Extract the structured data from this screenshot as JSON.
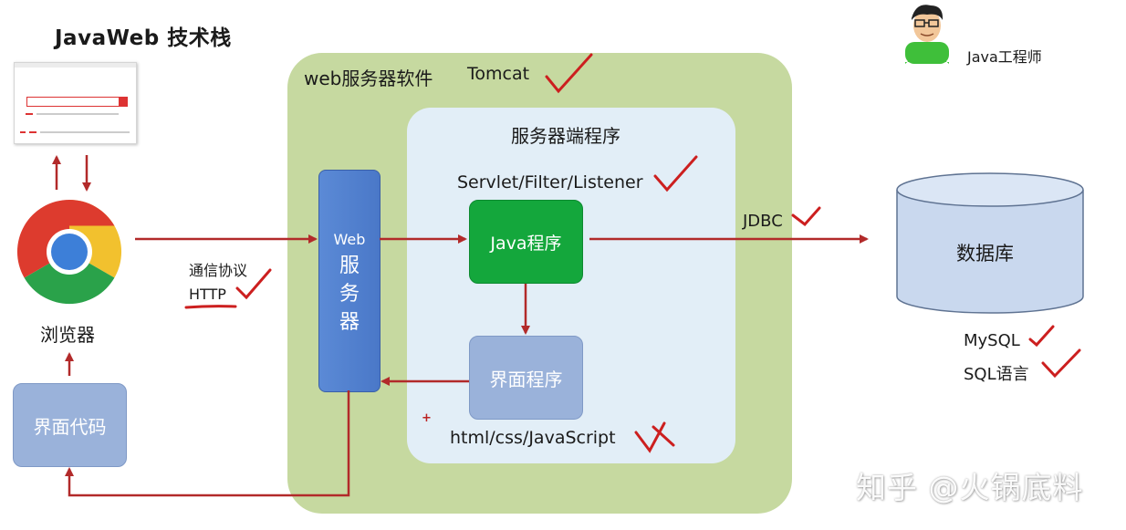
{
  "title": "JavaWeb 技术栈",
  "web_server_software_label": "web服务器软件",
  "tomcat_label": "Tomcat",
  "server_program_title": "服务器端程序",
  "servlet_label": "Servlet/Filter/Listener",
  "webserver_bar": {
    "en": "Web",
    "cn": "服务器"
  },
  "java_program_label": "Java程序",
  "ui_program_label": "界面程序",
  "html_css_js_label": "html/css/JavaScript",
  "browser_label": "浏览器",
  "ui_code_label": "界面代码",
  "protocol_label": "通信协议",
  "http_label": "HTTP",
  "jdbc_label": "JDBC",
  "database_label": "数据库",
  "mysql_label": "MySQL",
  "sql_language_label": "SQL语言",
  "engineer_label": "Java工程师",
  "watermark": "知乎 @火锅底料",
  "colors": {
    "arrow": "#b22a2a",
    "web_server_bg": "#c6d9a0",
    "server_program_bg": "#e2eef7",
    "java_box": "#14a73c",
    "ui_box": "#9ab2da",
    "webserver_bar": "#4a78c8",
    "database": "#c9d8ee",
    "checkmark": "#cc1f1f"
  },
  "icons": [
    "browser-screenshot-thumbnail",
    "chrome-logo-icon",
    "engineer-avatar-icon",
    "database-cylinder-icon",
    "checkmark-icon",
    "cross-icon"
  ]
}
